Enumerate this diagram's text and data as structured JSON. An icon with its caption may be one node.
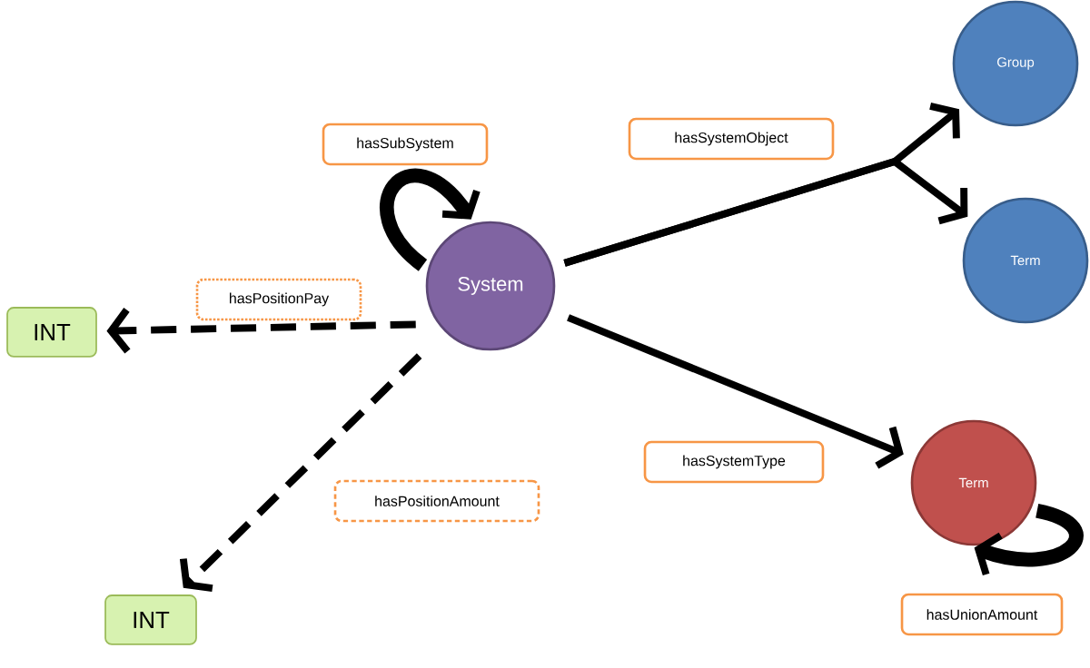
{
  "diagram": {
    "nodes": [
      {
        "text": [
          "System"
        ]
      },
      {
        "text": [
          "Group"
        ]
      },
      {
        "text": [
          "Term"
        ]
      },
      {
        "text": [
          "Term"
        ]
      },
      {
        "text": [
          "INT"
        ]
      },
      {
        "text": [
          "INT"
        ]
      }
    ],
    "edges": [
      {
        "from": 0,
        "to": 0,
        "arrow": "to",
        "style": "thick",
        "label": "hasSubSystem"
      },
      {
        "from": 0,
        "to": 1,
        "arrow": "to",
        "label": "hasSystemObject"
      },
      {
        "from": 0,
        "to": 2,
        "arrow": "to"
      },
      {
        "from": 0,
        "to": 4,
        "arrow": "to",
        "style": "dashed",
        "label": "hasPositionPay"
      },
      {
        "from": 0,
        "to": 5,
        "arrow": "to",
        "style": "dashed",
        "label": "hasPositionAmount"
      },
      {
        "from": 0,
        "to": 3,
        "arrow": "to",
        "label": "hasSystemType"
      },
      {
        "from": 3,
        "to": 3,
        "arrow": "to",
        "style": "thick",
        "label": "hasUnionAmount"
      }
    ]
  }
}
